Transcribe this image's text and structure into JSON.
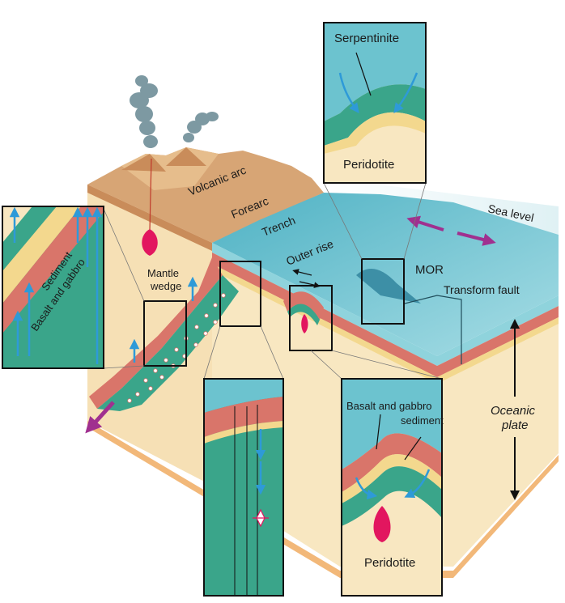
{
  "labels": {
    "volcanic_arc": "Volcanic arc",
    "forearc": "Forearc",
    "trench": "Trench",
    "outer_rise": "Outer rise",
    "sea_level": "Sea level",
    "mor": "MOR",
    "transform_fault": "Transform fault",
    "mantle": "Mantle",
    "wedge": "wedge",
    "oceanic": "Oceanic",
    "plate": "plate"
  },
  "inset_left": {
    "sediment": "Sediment",
    "basalt_gabbro": "Basalt and gabbro"
  },
  "inset_top": {
    "serpentinite": "Serpentinite",
    "peridotite": "Peridotite"
  },
  "inset_bottom_right": {
    "basalt_gabbro": "Basalt and gabbro",
    "sediment": "sediment",
    "peridotite": "Peridotite"
  },
  "colors": {
    "ocean": "#6cc3cf",
    "ocean_light": "#b5e3e8",
    "land": "#e7b98a",
    "land_dark": "#c98c5a",
    "crust_red": "#d9756a",
    "mantle_green": "#3aa58a",
    "sediment_yellow": "#f3d88e",
    "magma": "#e2165f",
    "arrow_blue": "#2e9ad8",
    "arrow_purple": "#a0308f",
    "cream": "#f8e7c1"
  }
}
